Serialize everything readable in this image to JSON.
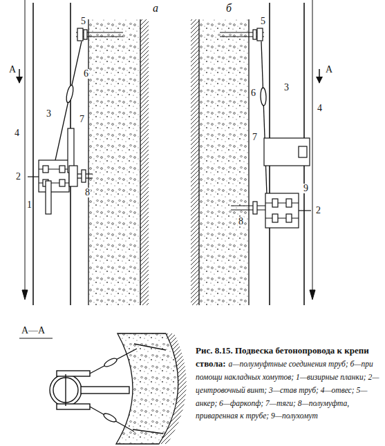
{
  "diagram": {
    "title": "Рис. 8.15. Подвеска бетонопровода к крепи ствола:",
    "caption": "а—полумуфтные соединения труб; б—при помощи накладных хомутов; 1—визирные планки; 2—центровочный винт; 3—став труб; 4—отвес; 5—анкер; 6—фаркопф; 7—тяги; 8—полумуфта, приваренная к трубе; 9—полухомут",
    "labels": [
      "а",
      "б",
      "А",
      "А",
      "5",
      "6",
      "7",
      "4",
      "3",
      "2",
      "1",
      "8",
      "5",
      "6",
      "3",
      "4",
      "7",
      "9",
      "2",
      "8",
      "А—А"
    ]
  }
}
